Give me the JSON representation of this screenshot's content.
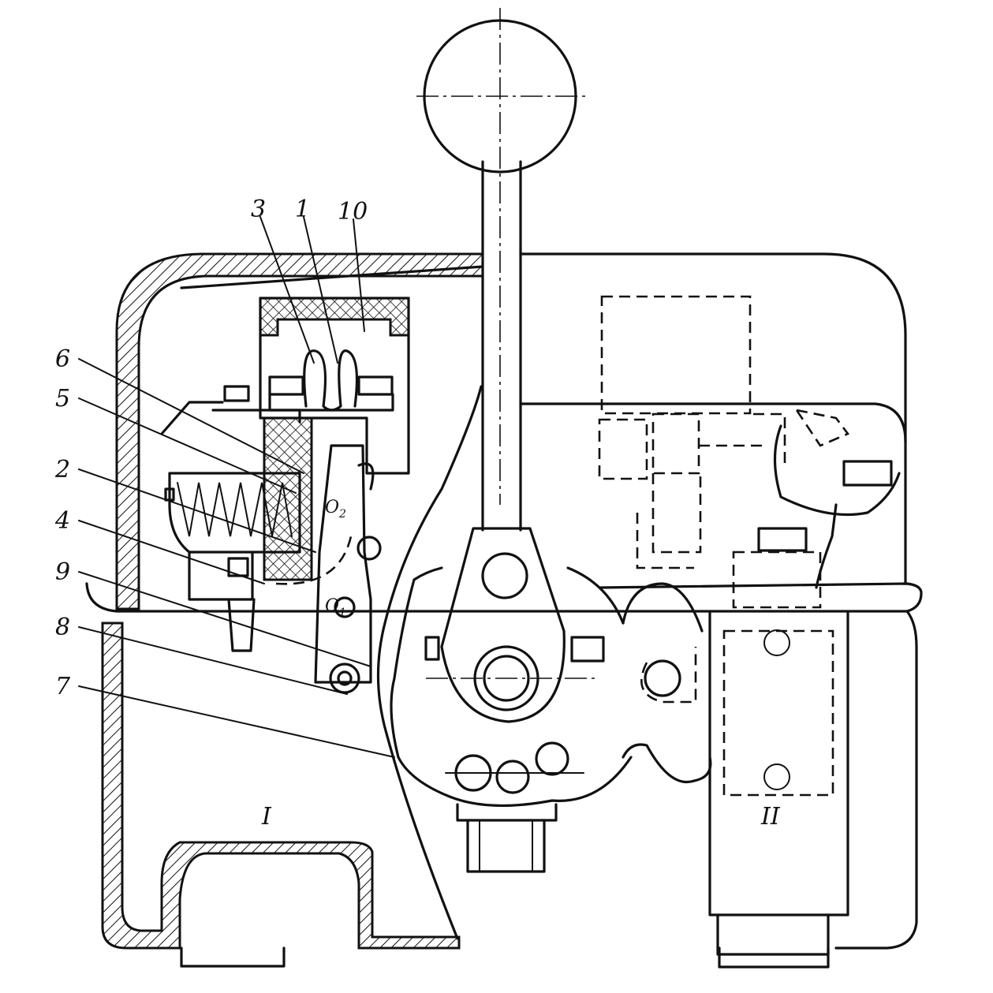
{
  "labels": {
    "l1": "1",
    "l2": "2",
    "l3": "3",
    "l4": "4",
    "l5": "5",
    "l6": "6",
    "l7": "7",
    "l8": "8",
    "l9": "9",
    "l10": "10",
    "zoneI": "I",
    "zoneII": "II",
    "o": "O",
    "o1sub": "1",
    "o2sub": "2"
  }
}
